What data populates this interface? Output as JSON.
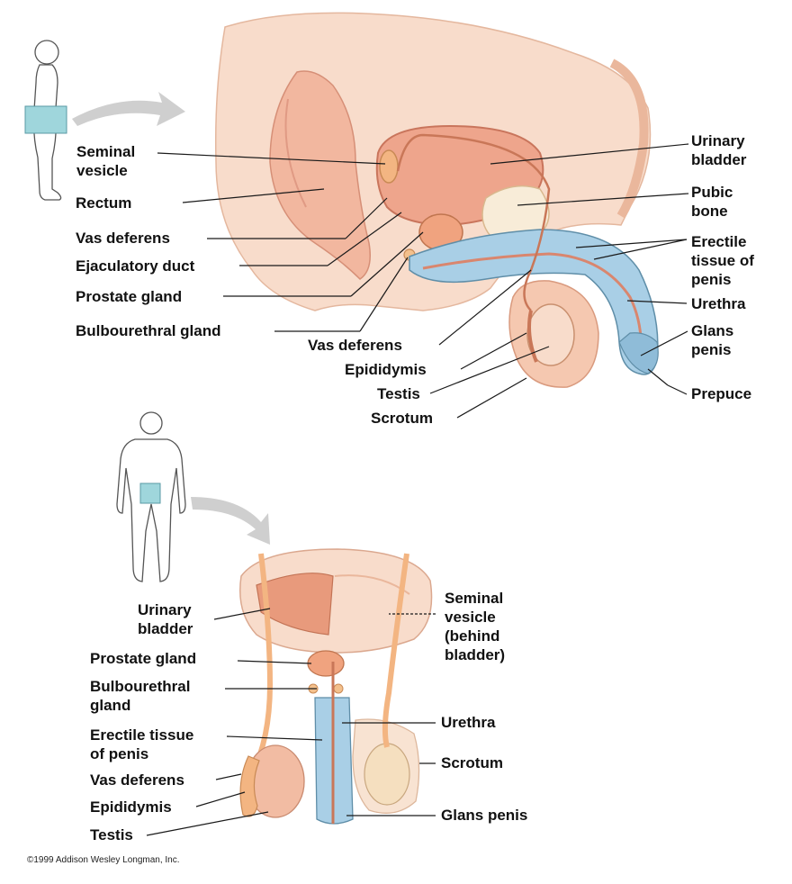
{
  "colors": {
    "skin": "#f8dccb",
    "tissue": "#f2b79f",
    "bladder": "#eea58c",
    "duct": "#f3b582",
    "erectile": "#a9cfe6",
    "bone": "#f8ecd8",
    "arrow": "#cfcfcf",
    "highlight": "#9fd6dc",
    "line": "#1a1a1a"
  },
  "sagittal_view": {
    "labels": {
      "seminal_vesicle": [
        "Seminal",
        "vesicle"
      ],
      "rectum": "Rectum",
      "vas_deferens_left": "Vas deferens",
      "ejaculatory_duct": "Ejaculatory duct",
      "prostate_gland": "Prostate gland",
      "bulbourethral_gland": "Bulbourethral gland",
      "vas_deferens_bottom": "Vas deferens",
      "epididymis": "Epididymis",
      "testis": "Testis",
      "scrotum": "Scrotum",
      "urinary_bladder": [
        "Urinary",
        "bladder"
      ],
      "pubic_bone": [
        "Pubic",
        "bone"
      ],
      "erectile_tissue": [
        "Erectile",
        "tissue of",
        "penis"
      ],
      "urethra": "Urethra",
      "glans_penis": [
        "Glans",
        "penis"
      ],
      "prepuce": "Prepuce"
    }
  },
  "frontal_view": {
    "labels": {
      "urinary_bladder": [
        "Urinary",
        "bladder"
      ],
      "prostate_gland": "Prostate gland",
      "bulbourethral_gland": [
        "Bulbourethral",
        "gland"
      ],
      "erectile_tissue": [
        "Erectile tissue",
        "of penis"
      ],
      "vas_deferens": "Vas deferens",
      "epididymis": "Epididymis",
      "testis": "Testis",
      "seminal_vesicle": [
        "Seminal",
        "vesicle",
        "(behind",
        " bladder)"
      ],
      "urethra": "Urethra",
      "scrotum": "Scrotum",
      "glans_penis": "Glans penis"
    }
  },
  "copyright": "©1999 Addison Wesley Longman, Inc."
}
